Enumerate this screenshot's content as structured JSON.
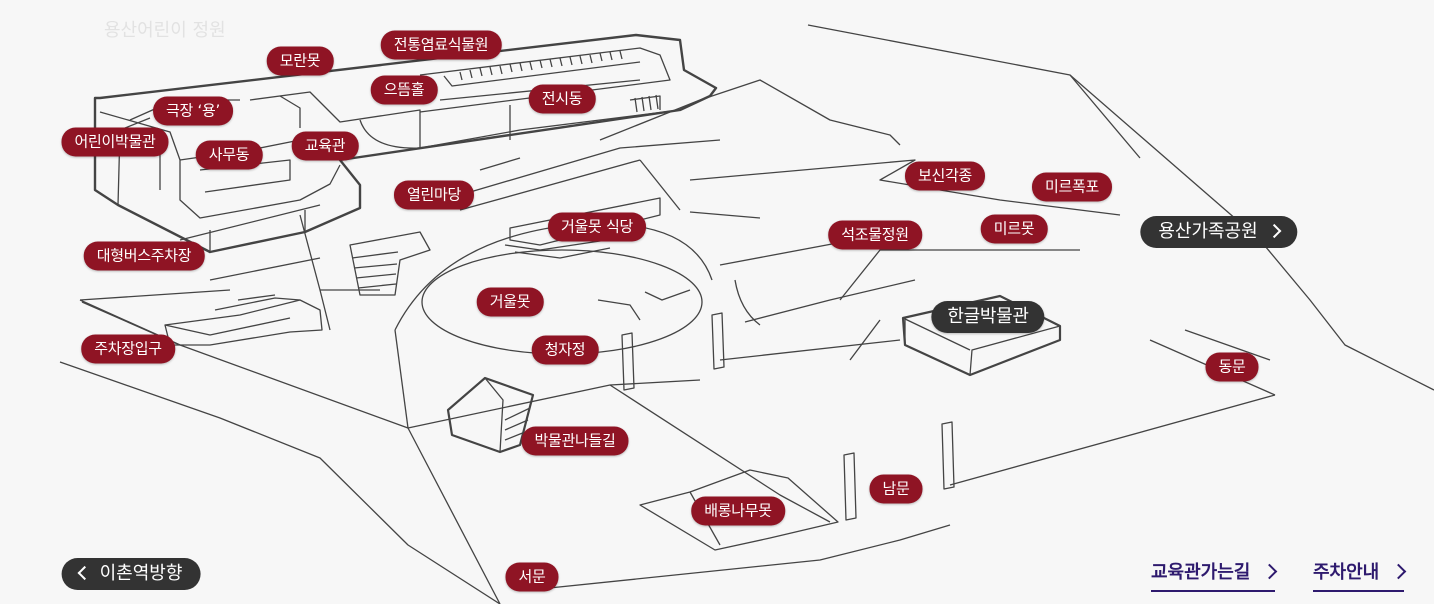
{
  "faint_title": "용산어린이 정원",
  "labels": {
    "moranmot": "모란못",
    "jeontong": "전통염료식물원",
    "eudeumhol": "으뜸홀",
    "jeonsidong": "전시동",
    "geukjang": "극장 ‘용’",
    "children_museum": "어린이박물관",
    "samudong": "사무동",
    "gyoyukgwan": "교육관",
    "yeollin": "열린마당",
    "geoulmot_restaurant": "거울못 식당",
    "bosin": "보신각종",
    "mireu_falls": "미르폭포",
    "seokjo": "석조물정원",
    "mireumot": "미르못",
    "bus_parking": "대형버스주차장",
    "geoulmot": "거울못",
    "hangeul_museum": "한글박물관",
    "parking_entrance": "주차장입구",
    "cheongja": "청자정",
    "dongmun": "동문",
    "museum_path": "박물관나들길",
    "nammun": "남문",
    "baerong": "배롱나무못",
    "seomun": "서문"
  },
  "nav": {
    "yongsan_family_park": "용산가족공원",
    "ichon_station": "이촌역방향"
  },
  "links": {
    "to_education": "교육관가는길",
    "parking_info": "주차안내"
  },
  "colors": {
    "label_bg": "#8f1424",
    "dark_bg": "#333333",
    "link": "#2e1a6e"
  }
}
